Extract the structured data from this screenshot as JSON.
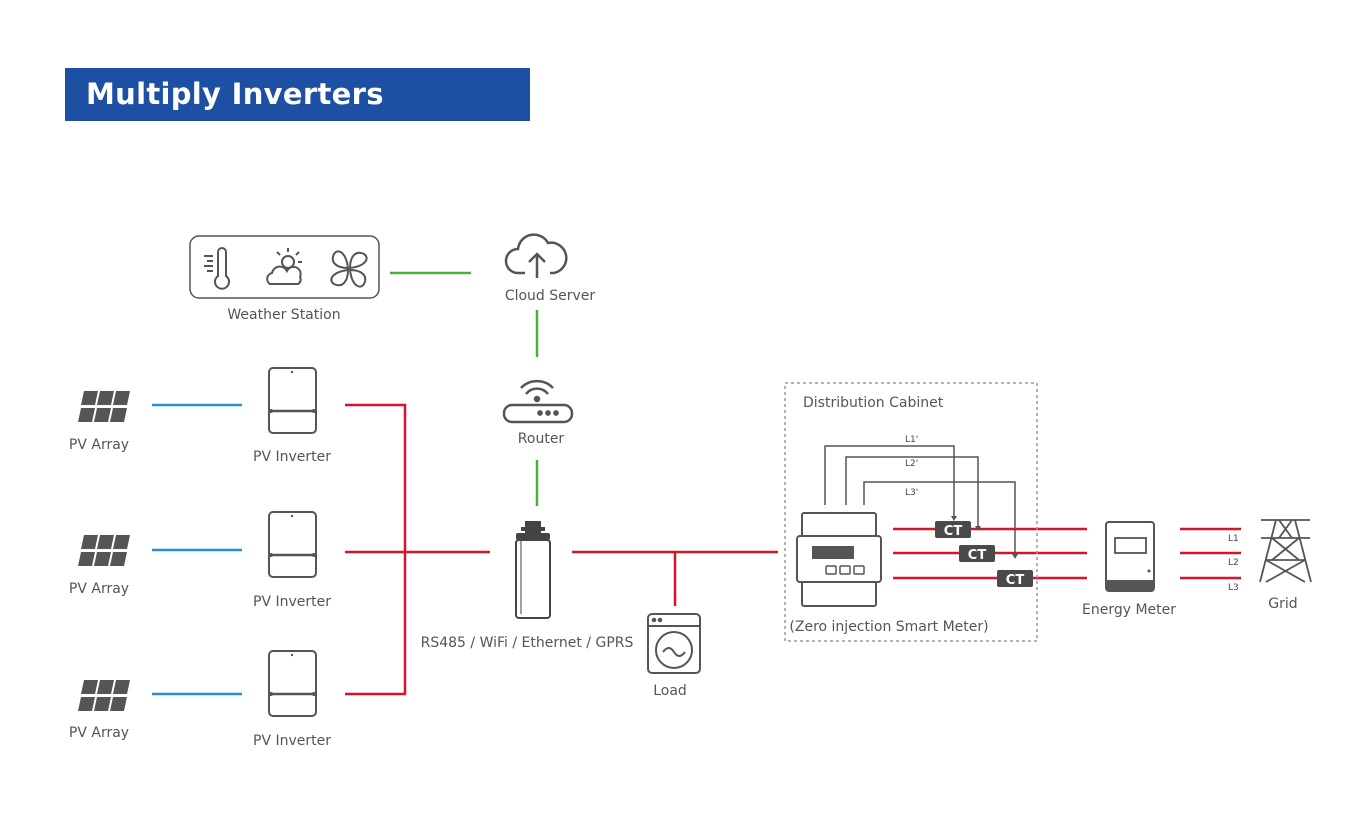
{
  "title": "Multiply Inverters Monitoring",
  "labels": {
    "weather_station": "Weather Station",
    "cloud_server": "Cloud Server",
    "router": "Router",
    "pv_array": "PV Array",
    "pv_inverter": "PV Inverter",
    "datalogger": "RS485 / WiFi / Ethernet / GPRS",
    "load": "Load",
    "distribution_cabinet": "Distribution Cabinet",
    "smart_meter": "(Zero injection Smart Meter)",
    "energy_meter": "Energy Meter",
    "grid": "Grid",
    "ct": "CT",
    "l1_prime": "L1'",
    "l2_prime": "L2'",
    "l3_prime": "L3'",
    "l1": "L1",
    "l2": "L2",
    "l3": "L3"
  },
  "colors": {
    "title_bg": "#1d4fa3",
    "dc_line": "#2a8fd6",
    "ac_line": "#d5152a",
    "comm_line": "#4cae3a",
    "ct_box": "#4a4a4a"
  }
}
